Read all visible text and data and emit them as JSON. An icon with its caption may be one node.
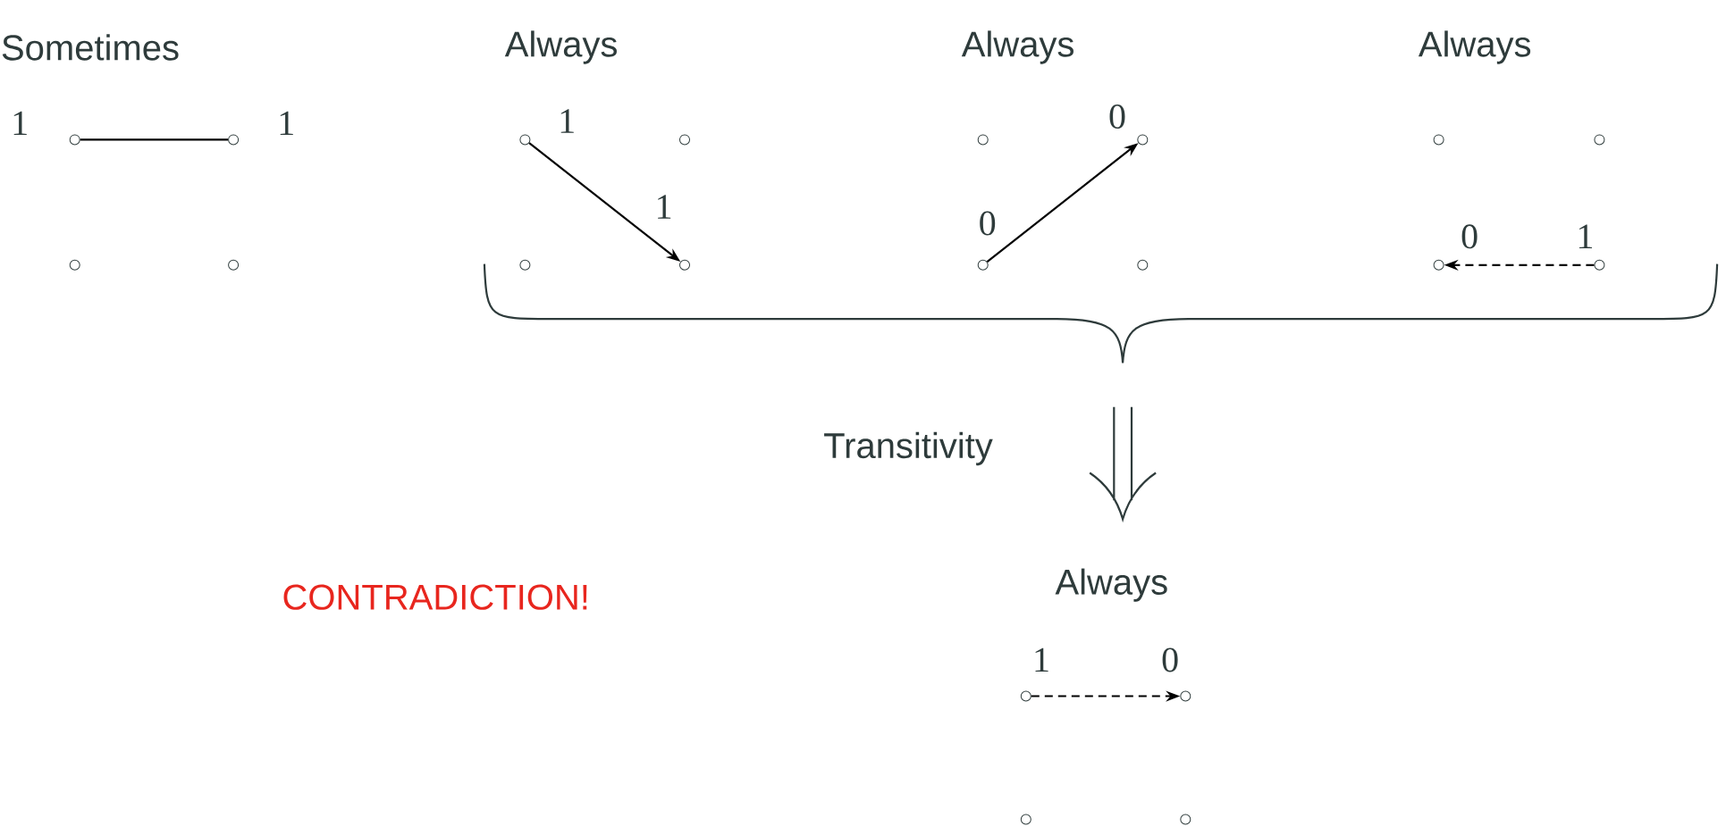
{
  "diagram": {
    "nodes": [
      {
        "text": [],
        "shape": "circle",
        "beside": [
          "1"
        ]
      },
      {
        "text": [],
        "shape": "circle",
        "beside": [
          "1"
        ]
      },
      {
        "text": [],
        "shape": "circle"
      },
      {
        "text": [],
        "shape": "circle"
      },
      {
        "text": [],
        "shape": "circle",
        "beside": [
          "1"
        ]
      },
      {
        "text": [],
        "shape": "circle"
      },
      {
        "text": [],
        "shape": "circle"
      },
      {
        "text": [],
        "shape": "circle",
        "beside": [
          "1"
        ]
      },
      {
        "text": [],
        "shape": "circle"
      },
      {
        "text": [],
        "shape": "circle",
        "beside": [
          "0"
        ]
      },
      {
        "text": [],
        "shape": "circle",
        "beside": [
          "0"
        ]
      },
      {
        "text": [],
        "shape": "circle"
      },
      {
        "text": [],
        "shape": "circle"
      },
      {
        "text": [],
        "shape": "circle"
      },
      {
        "text": [],
        "shape": "circle",
        "beside": [
          "0"
        ]
      },
      {
        "text": [],
        "shape": "circle",
        "beside": [
          "1"
        ]
      },
      {
        "text": [],
        "shape": "circle",
        "beside": [
          "1"
        ]
      },
      {
        "text": [],
        "shape": "circle",
        "beside": [
          "0"
        ]
      },
      {
        "text": [],
        "shape": "circle"
      },
      {
        "text": [],
        "shape": "circle"
      }
    ],
    "edges": [
      {
        "from": 0,
        "to": 1,
        "arrow": "none"
      },
      {
        "from": 4,
        "to": 7,
        "arrow": "to"
      },
      {
        "from": 10,
        "to": 9,
        "arrow": "to"
      },
      {
        "from": 15,
        "to": 14,
        "arrow": "to",
        "style": "dashed"
      },
      {
        "from": 16,
        "to": 17,
        "arrow": "to",
        "style": "dashed"
      }
    ],
    "labels": [
      "Sometimes",
      "Always",
      "Always",
      "Always",
      "Transitivity",
      "CONTRADICTION!",
      "Always"
    ]
  }
}
